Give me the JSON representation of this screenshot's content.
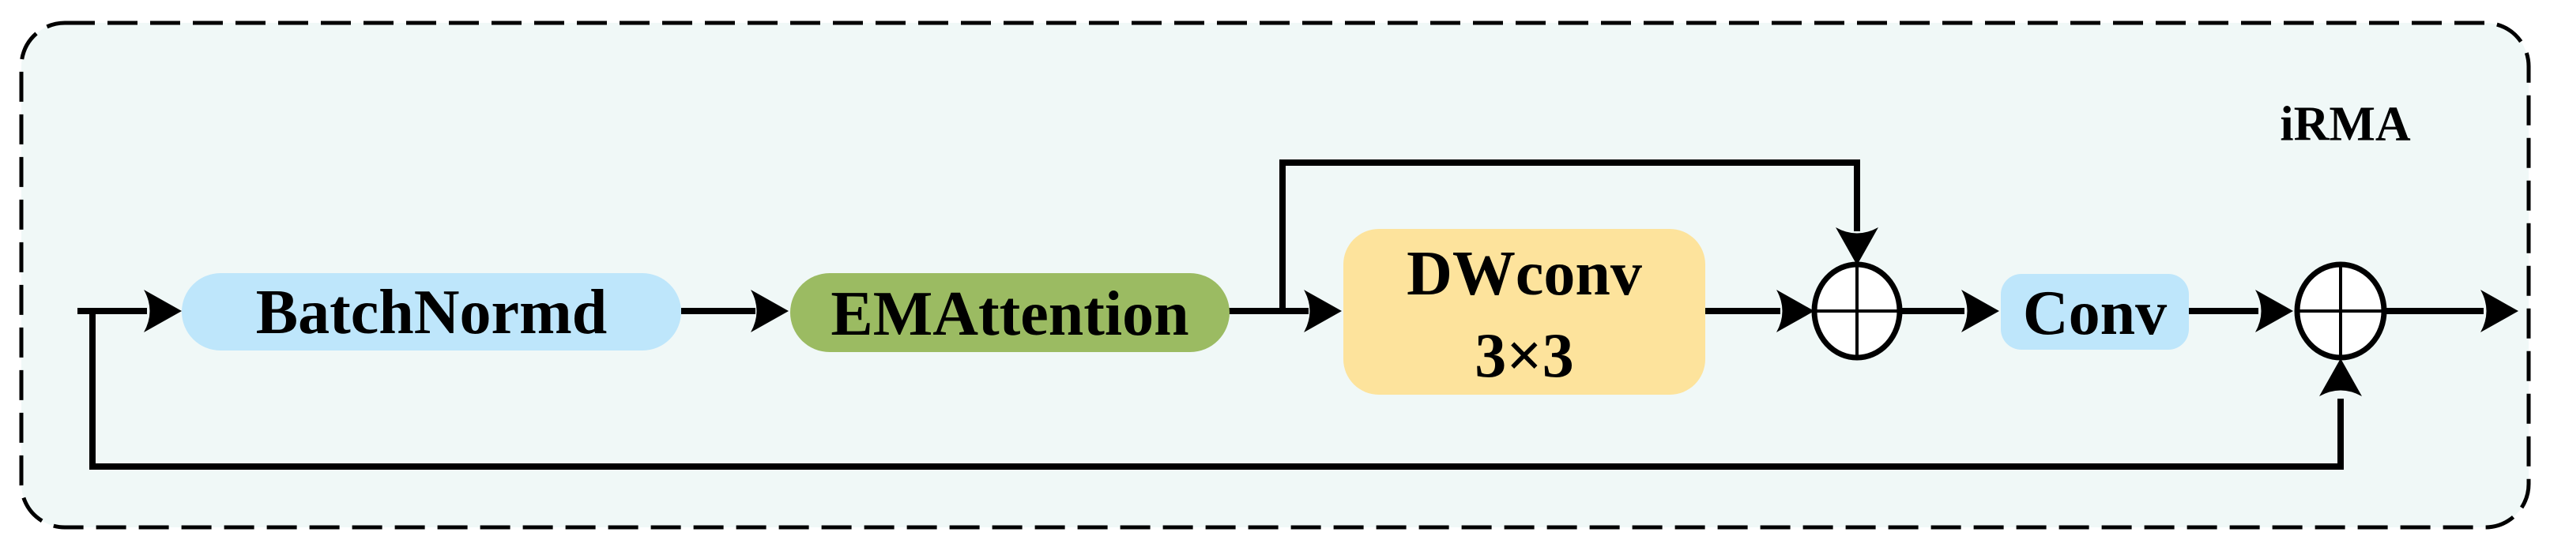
{
  "module": {
    "title": "iRMA"
  },
  "nodes": {
    "batchnorm": {
      "label": "BatchNormd",
      "fill": "#bee6fb"
    },
    "emattention": {
      "label": "EMAttention",
      "fill": "#9bbb62"
    },
    "dwconv": {
      "label_line1": "DWconv",
      "label_line2": "3×3",
      "fill": "#fde39c"
    },
    "conv": {
      "label": "Conv",
      "fill": "#bee6fb"
    }
  },
  "operators": {
    "add1": {
      "icon": "circle-plus"
    },
    "add2": {
      "icon": "circle-plus"
    }
  },
  "colors": {
    "panel_background": "#f0f8f7",
    "outline": "#000000",
    "node_blue": "#bee6fb",
    "node_green": "#9bbb62",
    "node_yellow": "#fde39c"
  }
}
